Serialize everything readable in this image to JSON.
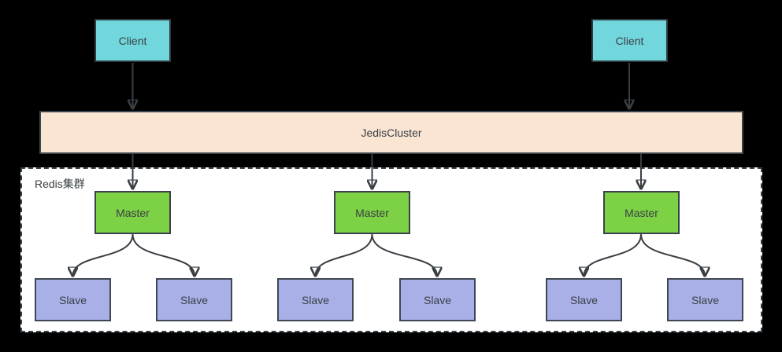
{
  "diagram": {
    "cluster_group": {
      "label": "Redis集群"
    },
    "clients": [
      {
        "label": "Client"
      },
      {
        "label": "Client"
      }
    ],
    "middleware": {
      "label": "JedisCluster"
    },
    "masters": [
      {
        "label": "Master"
      },
      {
        "label": "Master"
      },
      {
        "label": "Master"
      }
    ],
    "slaves": [
      {
        "label": "Slave"
      },
      {
        "label": "Slave"
      },
      {
        "label": "Slave"
      },
      {
        "label": "Slave"
      },
      {
        "label": "Slave"
      },
      {
        "label": "Slave"
      }
    ],
    "edges": [
      {
        "from": "client-1",
        "to": "jediscluster"
      },
      {
        "from": "client-2",
        "to": "jediscluster"
      },
      {
        "from": "jediscluster",
        "to": "master-1"
      },
      {
        "from": "jediscluster",
        "to": "master-2"
      },
      {
        "from": "jediscluster",
        "to": "master-3"
      },
      {
        "from": "master-1",
        "to": "slave-1"
      },
      {
        "from": "master-1",
        "to": "slave-2"
      },
      {
        "from": "master-2",
        "to": "slave-3"
      },
      {
        "from": "master-2",
        "to": "slave-4"
      },
      {
        "from": "master-3",
        "to": "slave-5"
      },
      {
        "from": "master-3",
        "to": "slave-6"
      }
    ],
    "colors": {
      "background": "#000000",
      "client_fill": "#71d7dc",
      "middleware_fill": "#fae5d3",
      "master_fill": "#7cd144",
      "slave_fill": "#a9b0e8",
      "cluster_background": "#ffffff",
      "border": "#36424b",
      "arrow": "#3a3f44",
      "label_text": "#3b4045"
    }
  }
}
